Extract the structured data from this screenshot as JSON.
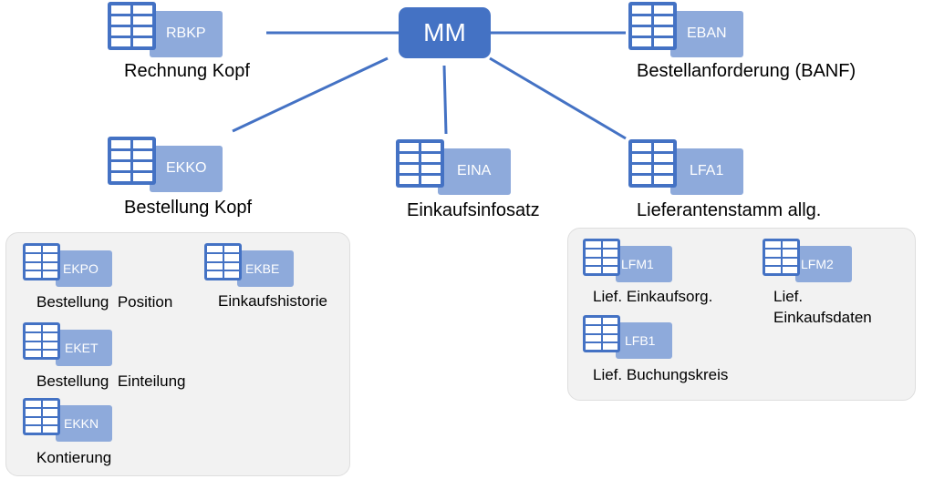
{
  "hub": {
    "label": "MM"
  },
  "colors": {
    "accent": "#4472c4",
    "tile_light": "#8eaadb",
    "line": "#4472c4",
    "group_bg": "#f2f2f2"
  },
  "tables": {
    "rbkp": {
      "code": "RBKP",
      "caption": "Rechnung Kopf"
    },
    "eban": {
      "code": "EBAN",
      "caption": "Bestellanforderung (BANF)"
    },
    "ekko": {
      "code": "EKKO",
      "caption": "Bestellung Kopf"
    },
    "eina": {
      "code": "EINA",
      "caption": "Einkaufsinfosatz"
    },
    "lfa1": {
      "code": "LFA1",
      "caption": "Lieferantenstamm allg."
    }
  },
  "purchase_group": {
    "ekpo": {
      "code": "EKPO",
      "caption": "Bestellung  Position"
    },
    "ekbe": {
      "code": "EKBE",
      "caption": "Einkaufshistorie"
    },
    "eket": {
      "code": "EKET",
      "caption": "Bestellung  Einteilung"
    },
    "ekkn": {
      "code": "EKKN",
      "caption": "Kontierung"
    }
  },
  "vendor_group": {
    "lfm1": {
      "code": "LFM1",
      "caption": "Lief. Einkaufsorg."
    },
    "lfm2": {
      "code": "LFM2",
      "caption_line1": "Lief.",
      "caption_line2": "Einkaufsdaten"
    },
    "lfb1": {
      "code": "LFB1",
      "caption": "Lief. Buchungskreis"
    }
  }
}
